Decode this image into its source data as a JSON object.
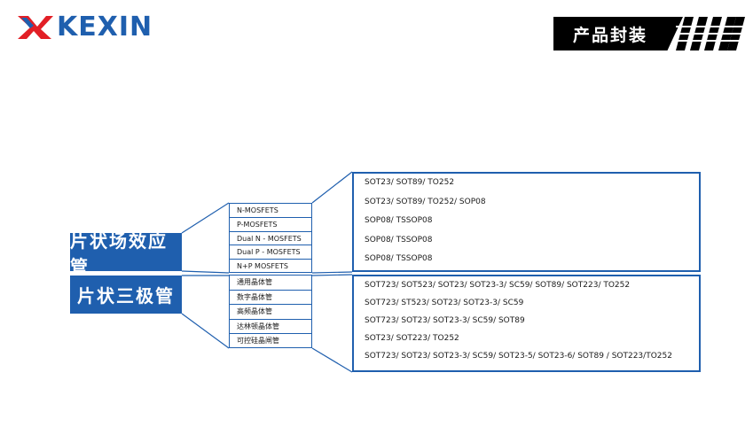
{
  "brand": {
    "logo_text": "KEXIN"
  },
  "header": {
    "title": "产品封装"
  },
  "colors": {
    "brand_blue": "#1f5fae",
    "badge_black": "#000000"
  },
  "categories": [
    {
      "label": "片状场效应管",
      "items": [
        "N-MOSFETS",
        "P-MOSFETS",
        "Dual N - MOSFETS",
        "Dual P - MOSFETS",
        "N+P MOSFETS"
      ],
      "packages": [
        "SOT23/ SOT89/ TO252",
        "SOT23/ SOT89/ TO252/ SOP08",
        "SOP08/ TSSOP08",
        "SOP08/ TSSOP08",
        "SOP08/ TSSOP08"
      ]
    },
    {
      "label": "片状三极管",
      "items": [
        "通用晶体管",
        "数字晶体管",
        "高频晶体管",
        "达林顿晶体管",
        "可控硅晶闸管"
      ],
      "packages": [
        "SOT723/ SOT523/ SOT23/ SOT23-3/ SC59/ SOT89/ SOT223/ TO252",
        "SOT723/ ST523/ SOT23/ SOT23-3/ SC59",
        "SOT723/ SOT23/ SOT23-3/ SC59/ SOT89",
        "SOT23/ SOT223/ TO252",
        "SOT723/ SOT23/ SOT23-3/ SC59/ SOT23-5/ SOT23-6/ SOT89 / SOT223/TO252"
      ]
    }
  ]
}
